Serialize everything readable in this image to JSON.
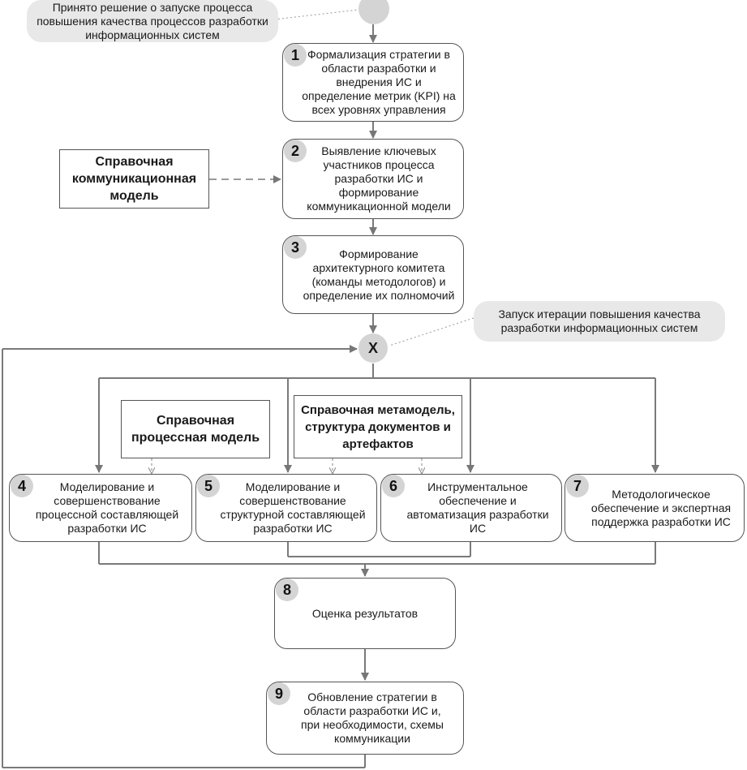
{
  "notes": {
    "start_note": "Принято решение о запуске процесса повышения качества процессов разработки информационных систем",
    "iteration_note": "Запуск итерации повышения качества разработки информационных систем"
  },
  "gateway_label": "X",
  "steps": [
    {
      "num": "1",
      "text": "Формализация стратегии в области разработки и внедрения ИС и определение метрик (KPI) на всех уровнях управления"
    },
    {
      "num": "2",
      "text": "Выявление ключевых участников процесса разработки ИС и формирование коммуникационной модели"
    },
    {
      "num": "3",
      "text": "Формирование архитектурного комитета (команды методологов) и определение их полномочий"
    },
    {
      "num": "4",
      "text": "Моделирование и совершенствование процессной составляющей разработки ИС"
    },
    {
      "num": "5",
      "text": "Моделирование и совершенствование структурной составляющей разработки ИС"
    },
    {
      "num": "6",
      "text": "Инструментальное обеспечение и автоматизация разработки ИС"
    },
    {
      "num": "7",
      "text": "Методологическое обеспечение и экспертная поддержка разработки ИС"
    },
    {
      "num": "8",
      "text": "Оценка результатов"
    },
    {
      "num": "9",
      "text": "Обновление стратегии в области разработки ИС и, при необходимости, схемы коммуникации"
    }
  ],
  "references": {
    "communication_model": "Справочная коммуникационная модель",
    "process_model": "Справочная процессная модель",
    "metamodel": "Справочная метамодель, структура документов и артефактов"
  }
}
